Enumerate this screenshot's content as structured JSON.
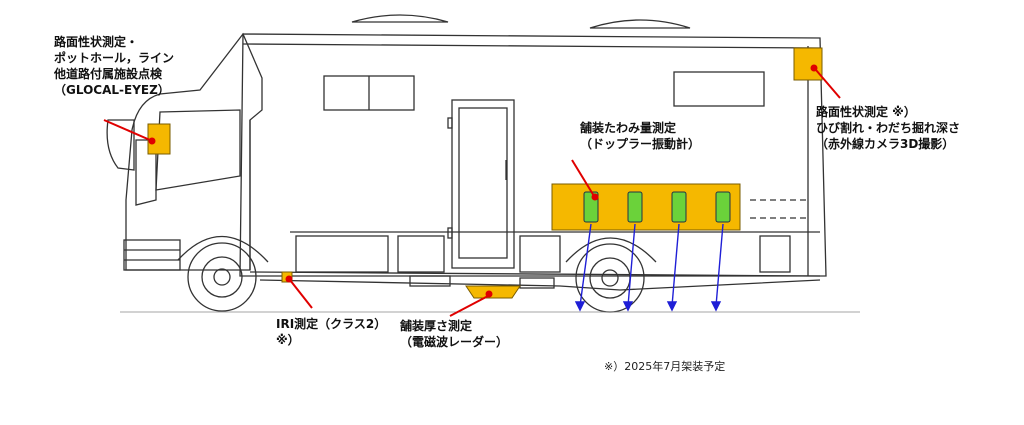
{
  "labels": {
    "glocal": [
      "路面性状測定・",
      "ポットホール，ライン",
      "他道路付属施設点検",
      "（GLOCAL-EYEZ）"
    ],
    "rear_camera": [
      "路面性状測定 ※）",
      "ひび割れ・わだち掘れ深さ",
      "（赤外線カメラ3D撮影）"
    ],
    "deflection": [
      "舗装たわみ量測定",
      "（ドップラー振動計）"
    ],
    "iri": [
      "IRI測定（クラス2）",
      "※）"
    ],
    "radar": [
      "舗装厚さ測定",
      "（電磁波レーダー）"
    ]
  },
  "footnote": "※）2025年7月架装予定",
  "colors": {
    "sensor_orange": "#f5b800",
    "sensor_green": "#6bd23a",
    "leader_red": "#e00000",
    "beam_blue": "#1f1fd6",
    "outline": "#333333"
  }
}
